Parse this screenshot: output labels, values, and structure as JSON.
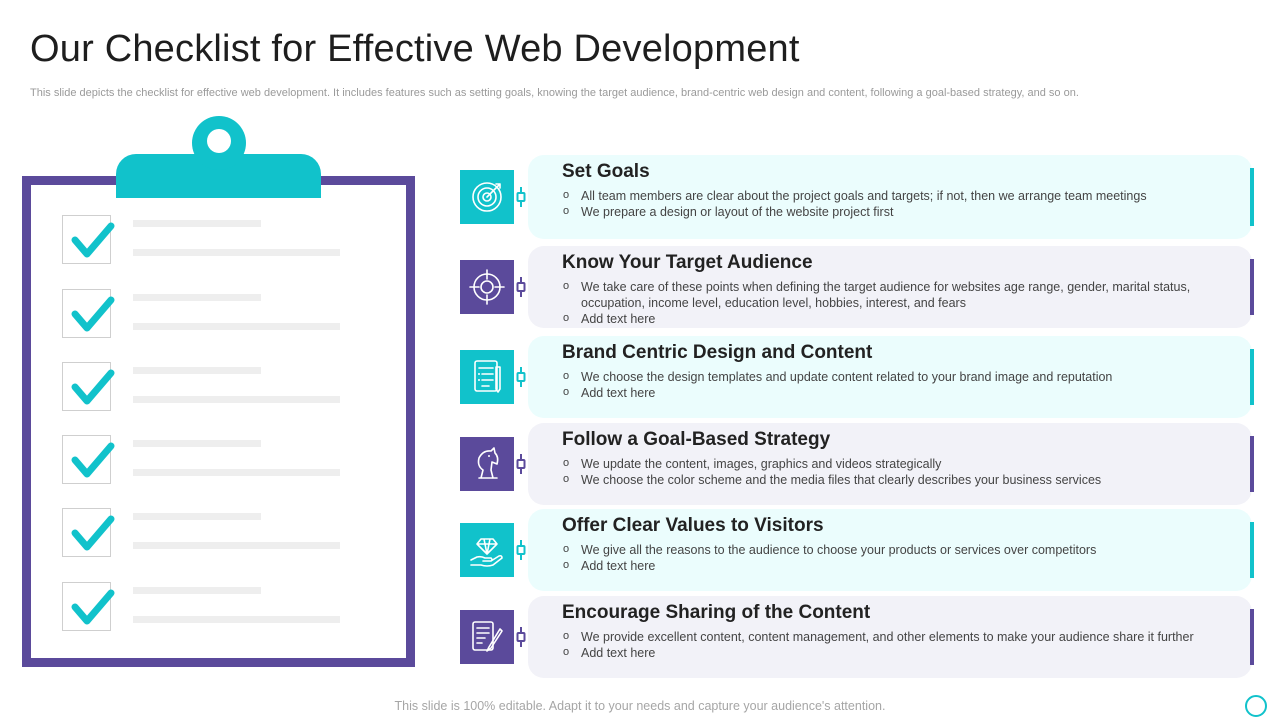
{
  "title": "Our Checklist for Effective Web Development",
  "subtitle": "This slide depicts the checklist for effective web development. It includes features such as setting goals, knowing the target audience, brand-centric web design and content, following a goal-based strategy, and so on.",
  "colors": {
    "teal": "#11c2cb",
    "purple": "#5b4a9b"
  },
  "checklist_icon": "checkmark-icon",
  "items": [
    {
      "title": "Set Goals",
      "icon": "target-icon",
      "bullets": [
        "All team members are clear about the project goals and targets; if not, then we arrange team meetings",
        "We prepare  a design or layout of the website project first"
      ]
    },
    {
      "title": "Know Your Target Audience",
      "icon": "crosshair-icon",
      "bullets": [
        "We take care of these points when defining the target audience for websites age range, gender, marital status, occupation, income level, education level, hobbies, interest, and fears",
        "Add text here"
      ]
    },
    {
      "title": "Brand Centric Design and Content",
      "icon": "content-document-icon",
      "bullets": [
        "We choose the design templates and update content related to your brand image and reputation",
        "Add text here"
      ]
    },
    {
      "title": "Follow a Goal-Based Strategy",
      "icon": "chess-knight-icon",
      "bullets": [
        "We update the content, images, graphics and videos strategically",
        "We choose the color scheme and the media files that clearly describes your business services"
      ]
    },
    {
      "title": "Offer Clear Values to Visitors",
      "icon": "diamond-hand-icon",
      "bullets": [
        "We give all the reasons to the audience to choose your products or services over competitors",
        "Add text here"
      ]
    },
    {
      "title": "Encourage Sharing of the Content",
      "icon": "document-pen-icon",
      "bullets": [
        "We provide excellent content, content management, and other elements to make your audience share it further",
        "Add text here"
      ]
    }
  ],
  "footer": "This slide is 100% editable. Adapt it to your needs and capture your audience's attention."
}
